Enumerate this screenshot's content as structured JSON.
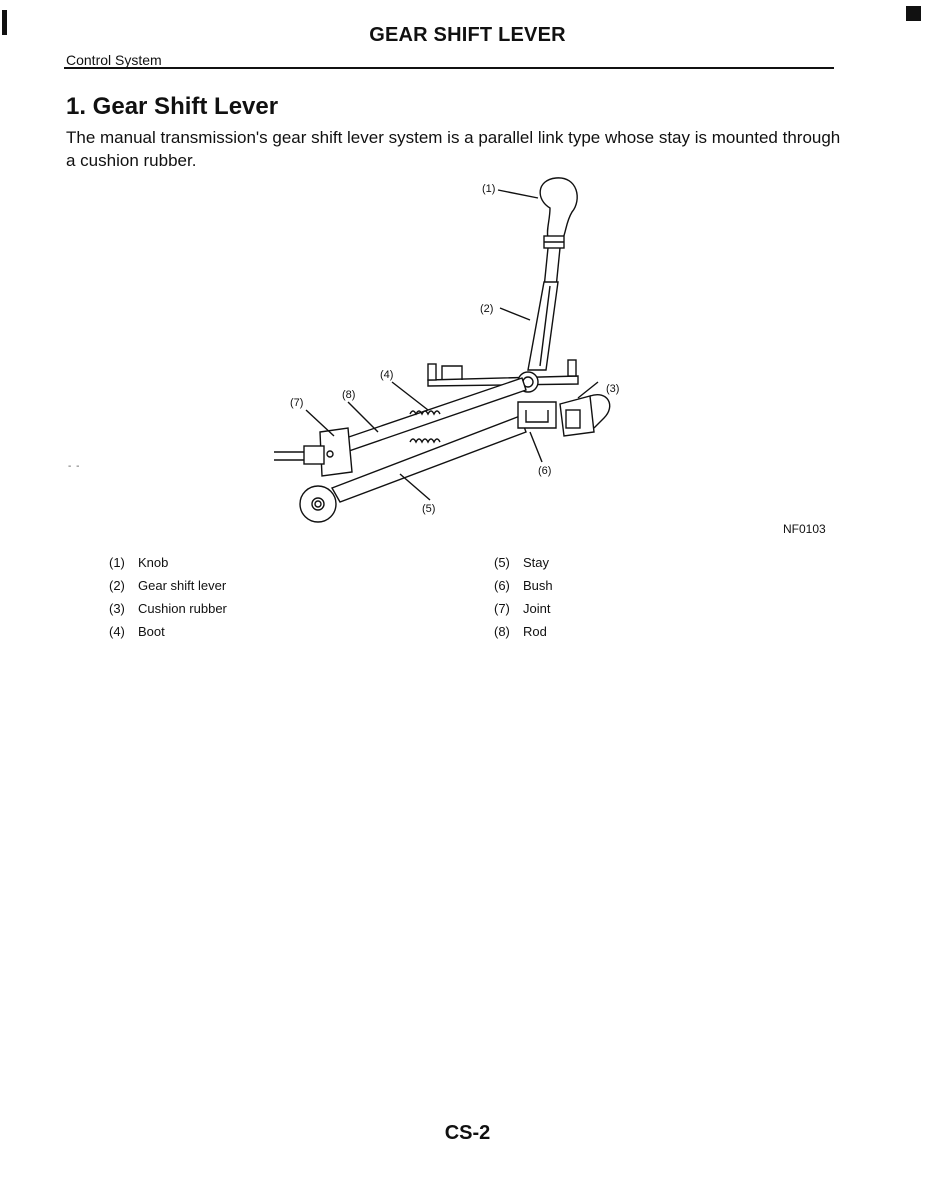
{
  "header": {
    "title": "GEAR SHIFT LEVER",
    "section": "Control System"
  },
  "main": {
    "title": "1. Gear Shift Lever",
    "intro": "The manual transmission's gear shift lever system is a parallel link type whose stay is mounted through a cushion rubber."
  },
  "figure": {
    "callouts": [
      "(1)",
      "(2)",
      "(3)",
      "(4)",
      "(5)",
      "(6)",
      "(7)",
      "(8)"
    ],
    "code": "NF0103"
  },
  "legend": {
    "left": [
      {
        "num": "(1)",
        "label": "Knob"
      },
      {
        "num": "(2)",
        "label": "Gear shift lever"
      },
      {
        "num": "(3)",
        "label": "Cushion rubber"
      },
      {
        "num": "(4)",
        "label": "Boot"
      }
    ],
    "right": [
      {
        "num": "(5)",
        "label": "Stay"
      },
      {
        "num": "(6)",
        "label": "Bush"
      },
      {
        "num": "(7)",
        "label": "Joint"
      },
      {
        "num": "(8)",
        "label": "Rod"
      }
    ]
  },
  "footer": {
    "page": "CS-2"
  }
}
